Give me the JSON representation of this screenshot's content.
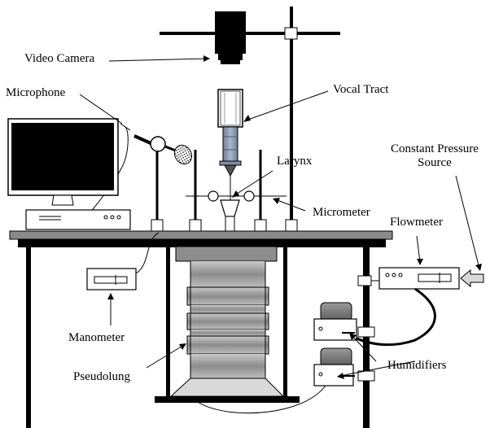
{
  "labels": {
    "video_camera": "Video Camera",
    "microphone": "Microphone",
    "vocal_tract": "Vocal Tract",
    "larynx": "Larynx",
    "constant_pressure_line1": "Constant Pressure",
    "constant_pressure_line2": "Source",
    "micrometer": "Micrometer",
    "flowmeter": "Flowmeter",
    "manometer": "Manometer",
    "pseudolung": "Pseudolung",
    "humidifiers": "Humidifiers"
  },
  "colors": {
    "line": "#000000",
    "table_top": "#808080",
    "screen": "#000000",
    "bellows": "#a6a6a6",
    "bellows_dark": "#7f7f7f",
    "tube_blue": "#8497b0",
    "humidifier_cap": "#808080"
  },
  "icons": {
    "camera": "video-camera-icon",
    "mic": "microphone-icon",
    "monitor": "computer-monitor-icon",
    "arrow": "pressure-input-arrow-icon"
  }
}
